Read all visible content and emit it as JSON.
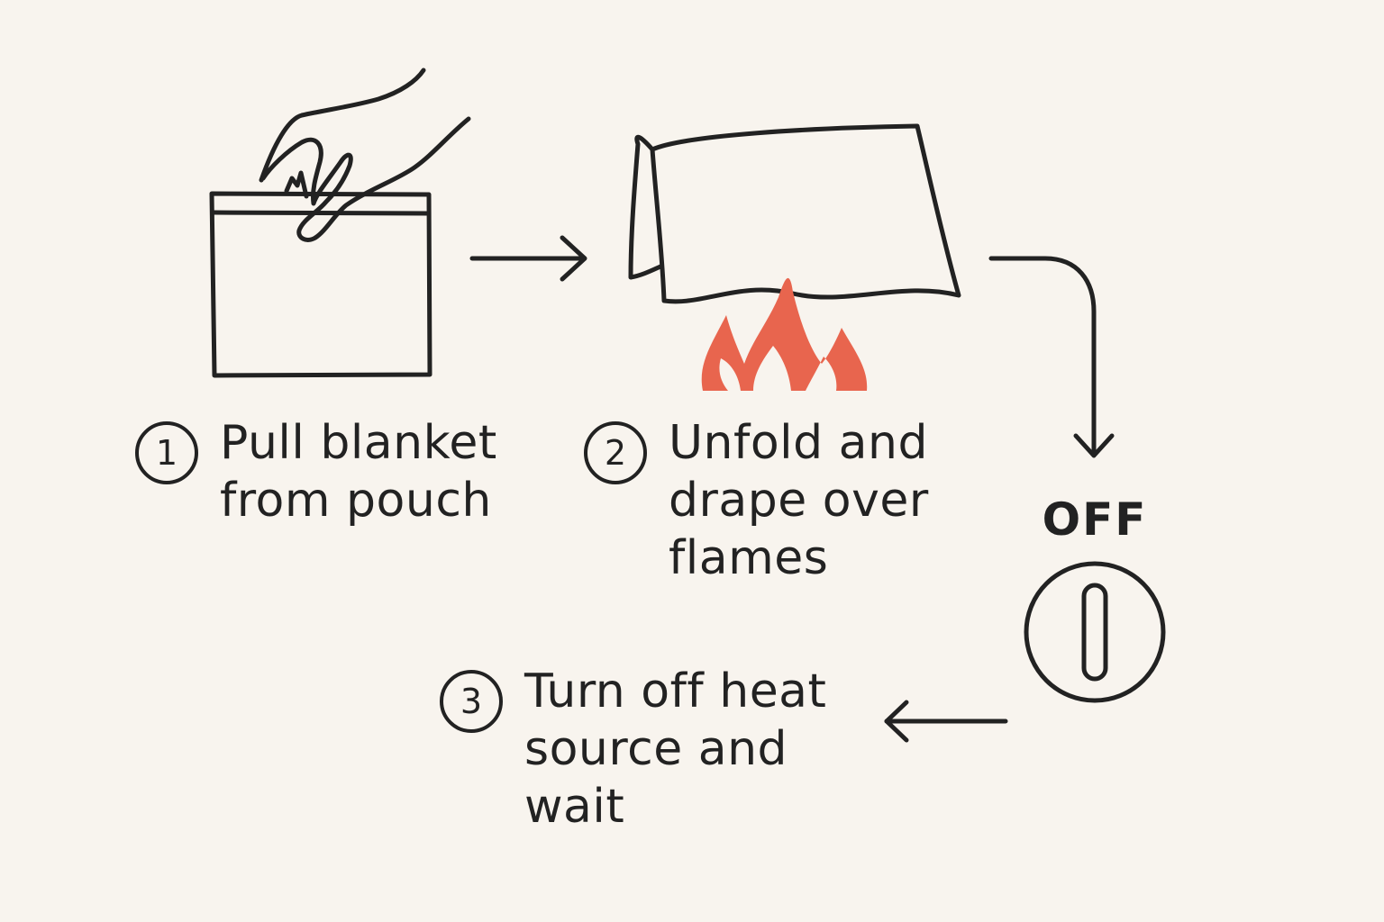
{
  "steps": [
    {
      "number": "1",
      "text": "Pull blanket\nfrom pouch"
    },
    {
      "number": "2",
      "text": "Unfold and\ndrape over\nflames"
    },
    {
      "number": "3",
      "text": "Turn off heat\nsource and\nwait"
    }
  ],
  "switch": {
    "label": "OFF"
  },
  "icons": {
    "step1": "hand-pulling-blanket-from-pouch-icon",
    "step2": "blanket-over-flames-icon",
    "step3": "power-switch-off-icon"
  },
  "colors": {
    "background": "#f8f4ee",
    "ink": "#222222",
    "flame": "#e8654e"
  }
}
